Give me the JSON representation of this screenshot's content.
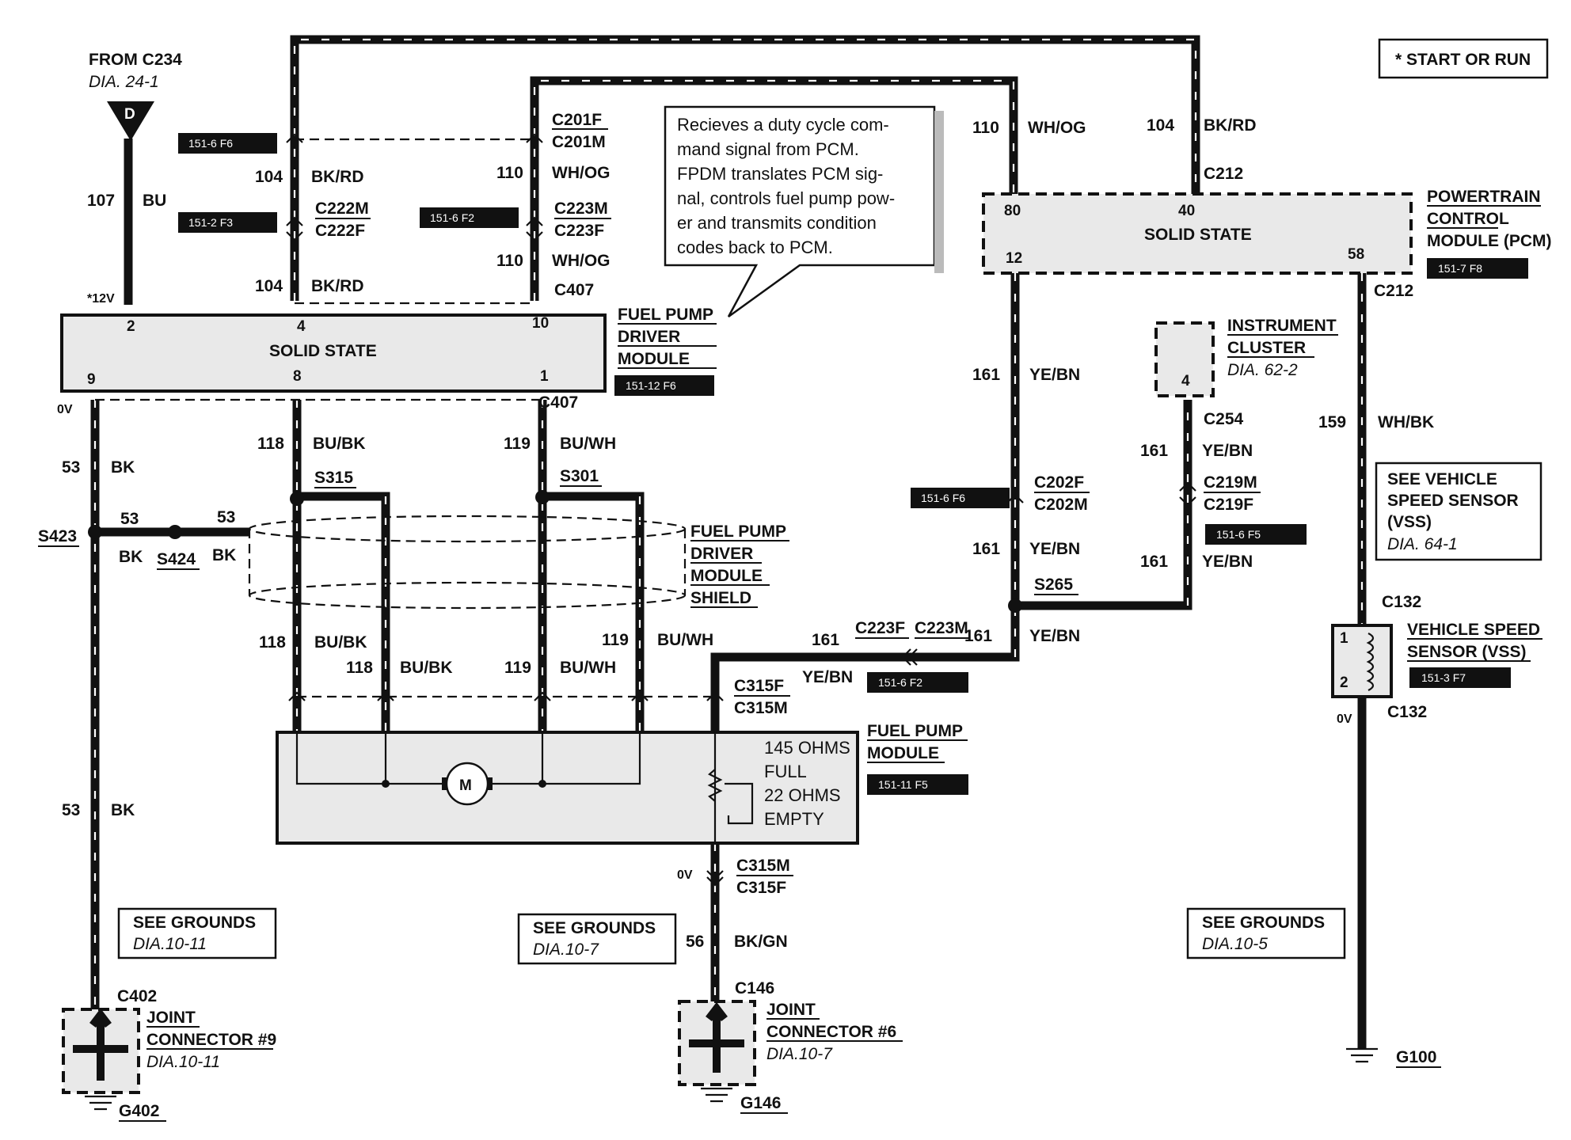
{
  "notes": {
    "start_or_run": "* START OR RUN",
    "fpdm_callout": [
      "Recieves a duty cycle com-",
      "mand signal from PCM.",
      "FPDM translates PCM sig-",
      "nal, controls fuel pump pow-",
      "er and transmits condition",
      "codes back to PCM."
    ]
  },
  "source": {
    "from": "FROM C234",
    "dia": "DIA. 24-1",
    "letter": "D"
  },
  "components": {
    "fpdm": {
      "name1": "FUEL PUMP",
      "name2": "DRIVER",
      "name3": "MODULE",
      "ref": "151-12 F6",
      "body": "SOLID STATE",
      "pin2": "2",
      "pin4": "4",
      "pin10": "10",
      "pin9": "9",
      "pin8": "8",
      "pin1": "1",
      "v12": "*12V",
      "v0": "0V"
    },
    "pcm": {
      "name1": "POWERTRAIN",
      "name2": "CONTROL",
      "name3": "MODULE (PCM)",
      "ref": "151-7 F8",
      "body": "SOLID STATE",
      "pin80": "80",
      "pin40": "40",
      "pin12": "12",
      "pin58": "58"
    },
    "cluster": {
      "name1": "INSTRUMENT",
      "name2": "CLUSTER",
      "dia": "DIA. 62-2",
      "pin4": "4"
    },
    "vss_see": {
      "l1": "SEE VEHICLE",
      "l2": "SPEED SENSOR",
      "l3": "(VSS)",
      "dia": "DIA. 64-1"
    },
    "vss": {
      "name1": "VEHICLE SPEED",
      "name2": "SENSOR (VSS)",
      "ref": "151-3 F7",
      "pin1": "1",
      "pin2": "2",
      "v0": "0V"
    },
    "shield": {
      "l1": "FUEL PUMP",
      "l2": "DRIVER",
      "l3": "MODULE",
      "l4": "SHIELD"
    },
    "fpm": {
      "name1": "FUEL PUMP",
      "name2": "MODULE",
      "ref": "151-11 F5",
      "motor": "M",
      "r1": "145 OHMS",
      "r2": "FULL",
      "r3": "22 OHMS",
      "r4": "EMPTY"
    },
    "jc9": {
      "name1": "JOINT",
      "name2": "CONNECTOR #9",
      "dia": "DIA.10-11",
      "g": "G402",
      "c": "C402"
    },
    "jc6": {
      "name1": "JOINT",
      "name2": "CONNECTOR #6",
      "dia": "DIA.10-7",
      "g": "G146",
      "c": "C146"
    },
    "g100": "G100"
  },
  "grounds": {
    "g1": {
      "title": "SEE GROUNDS",
      "dia": "DIA.10-11"
    },
    "g2": {
      "title": "SEE GROUNDS",
      "dia": "DIA.10-7"
    },
    "g3": {
      "title": "SEE GROUNDS",
      "dia": "DIA.10-5"
    }
  },
  "refs": {
    "r_151_6_f6_a": "151-6 F6",
    "r_151_2_f3": "151-2 F3",
    "r_151_6_f2_a": "151-6 F2",
    "r_151_6_f6_b": "151-6 F6",
    "r_151_6_f5": "151-6 F5",
    "r_151_6_f2_b": "151-6 F2"
  },
  "circuits": {
    "c107": "107",
    "bu": "BU",
    "c104": "104",
    "bkrd": "BK/RD",
    "c110": "110",
    "whog": "WH/OG",
    "c53": "53",
    "bk": "BK",
    "c118": "118",
    "bubk": "BU/BK",
    "c119": "119",
    "buwh": "BU/WH",
    "c161": "161",
    "yebn": "YE/BN",
    "c159": "159",
    "whbk": "WH/BK",
    "c56": "56",
    "bkgn": "BK/GN"
  },
  "connectors": {
    "c201f": "C201F",
    "c201m": "C201M",
    "c222m": "C222M",
    "c222f": "C222F",
    "c223m": "C223M",
    "c223f": "C223F",
    "c407": "C407",
    "c212": "C212",
    "c254": "C254",
    "c202f": "C202F",
    "c202m": "C202M",
    "c219m": "C219M",
    "c219f": "C219F",
    "c223f_b": "C223F",
    "c223m_b": "C223M",
    "c315f": "C315F",
    "c315m": "C315M",
    "c132": "C132"
  },
  "splices": {
    "s315": "S315",
    "s301": "S301",
    "s423": "S423",
    "s424": "S424",
    "s265": "S265"
  }
}
